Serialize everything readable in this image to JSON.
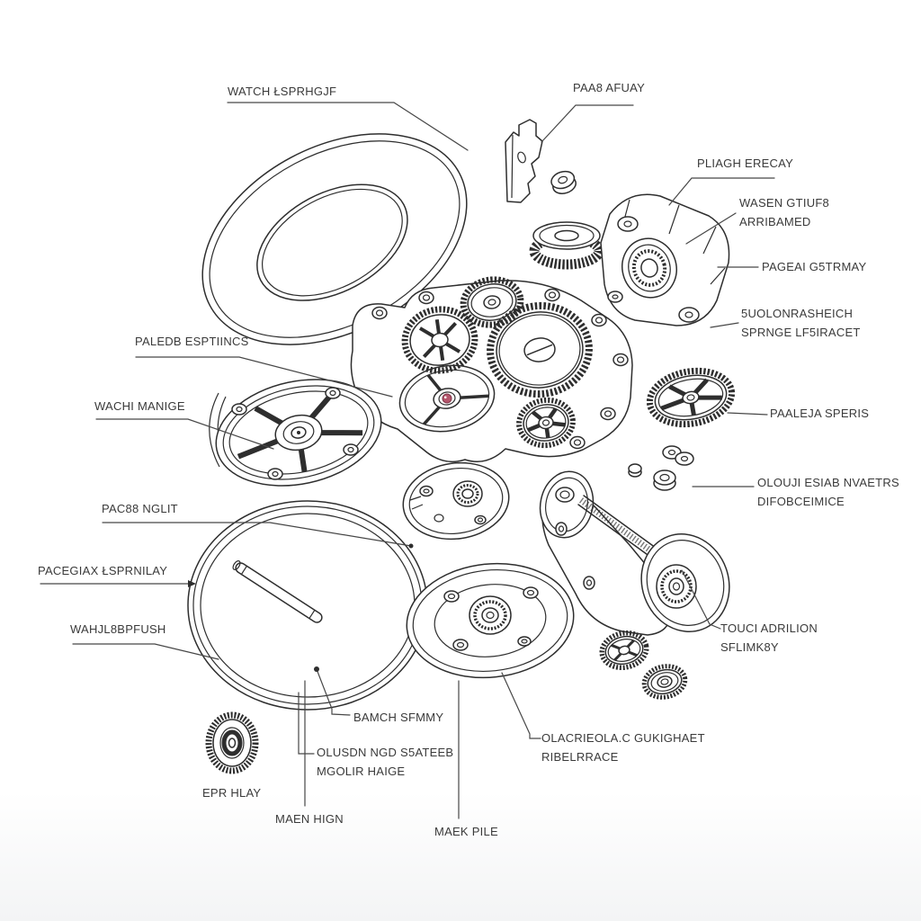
{
  "diagram": {
    "type": "exploded-technical-drawing",
    "subject": "watch movement parts",
    "colors": {
      "background": "#ffffff",
      "ink": "#2e2e2e",
      "leader_line": "#474747",
      "jewel": "#b5566c"
    },
    "labels": [
      {
        "id": "watch-crystal",
        "text": "WATCH ŁSPRHGJF"
      },
      {
        "id": "case-clamp",
        "text": "PAA8 AFUAY"
      },
      {
        "id": "plate-screw",
        "text": "PLIAGH ERECAY"
      },
      {
        "id": "washer-group",
        "text": "WASEN GTIUF8\nARRIBAMED"
      },
      {
        "id": "case-segment",
        "text": "PAGEAI G5TRMAY"
      },
      {
        "id": "mainspring",
        "text": "5UOLONRASHEICH\nSPRNGE LF5IRACET"
      },
      {
        "id": "ratchet-wheel",
        "text": "PAALEJA SPERIS"
      },
      {
        "id": "screw-set",
        "text": "OLOUJI ESIAB NVAETRS\nDIFOBCEIMICE"
      },
      {
        "id": "winding-drum",
        "text": "TOUCI ADRILION\nSFLIMK8Y"
      },
      {
        "id": "main-plate",
        "text": "PALEDB ESPTIINCS"
      },
      {
        "id": "balance-wheel",
        "text": "WACHI MANIGE"
      },
      {
        "id": "train-wheel",
        "text": "PAC88 NGLIT"
      },
      {
        "id": "pin-axle",
        "text": "PACEGIAX ŁSPRNILAY"
      },
      {
        "id": "ring-gasket",
        "text": "WAHJL8BPFUSH"
      },
      {
        "id": "crown-button",
        "text": "EPR HLAY"
      },
      {
        "id": "ring-inner",
        "text": "BAMCH SFMMY"
      },
      {
        "id": "movement-ring",
        "text": "OLUSDN NGD S5ATEEB\nMGOLIR HAIGE"
      },
      {
        "id": "main-ring",
        "text": "MAEN HIGN"
      },
      {
        "id": "case-back",
        "text": "MAEK PILE"
      },
      {
        "id": "back-bearing",
        "text": "OLACRIEOLA.C GUKIGHAET\nRIBELRRACE"
      }
    ]
  }
}
